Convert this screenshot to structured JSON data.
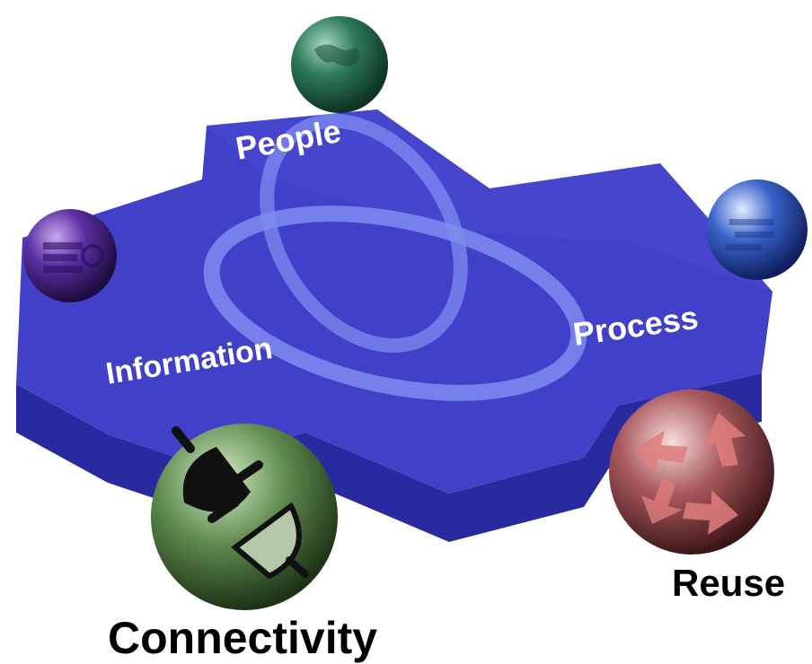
{
  "platform": {
    "labels": {
      "people": "People",
      "process": "Process",
      "information": "Information"
    }
  },
  "captions": {
    "connectivity": "Connectivity",
    "reuse": "Reuse"
  },
  "colors": {
    "platform_top": "#4040c8",
    "platform_side": "#2a2aa0",
    "ring": "#7f8cf0",
    "sphere_green_top": "#2e7a5a",
    "sphere_purple": "#5a2fa0",
    "sphere_blue": "#3a62c8",
    "sphere_red": "#9a4a4e",
    "sphere_plug_green": "#5e8a4e"
  },
  "icons": [
    "people-sphere-icon",
    "information-sphere-icon",
    "process-sphere-icon",
    "reuse-arrows-icon",
    "plug-socket-icon"
  ]
}
